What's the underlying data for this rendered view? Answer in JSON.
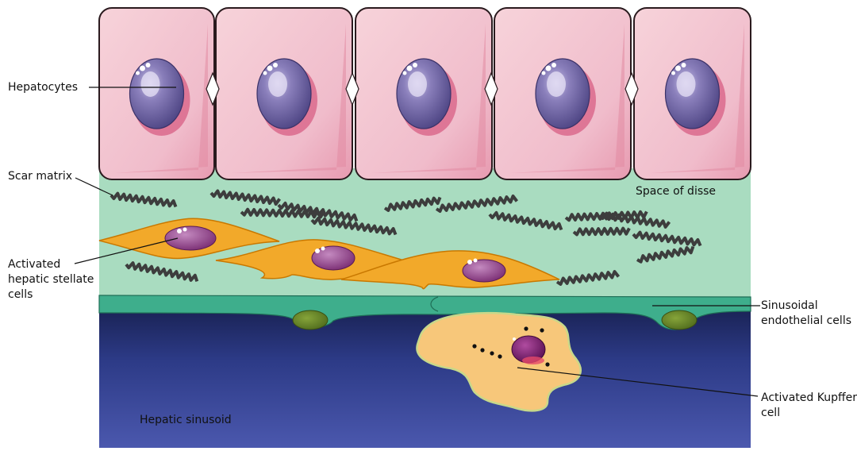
{
  "labels": {
    "hepatocytes": "Hepatocytes",
    "scar_matrix": "Scar matrix",
    "space_of_disse": "Space of disse",
    "stellate": "Activated\nhepatic stellate\ncells",
    "endothelial": "Sinusoidal\nendothelial cells",
    "kupffer": "Activated Kupffer\ncell",
    "sinusoid": "Hepatic sinusoid"
  },
  "colors": {
    "hepatocyte": "#f2c3cd",
    "nucleus": "#7b70a8",
    "space_of_disse": "#a9dcc0",
    "endothelium": "#3eae8c",
    "sinusoid_top": "#1e2a62",
    "sinusoid_bottom": "#4a57ad",
    "stellate": "#f2a92a",
    "kupffer": "#f7c77a",
    "scar": "#3d3d3d"
  }
}
